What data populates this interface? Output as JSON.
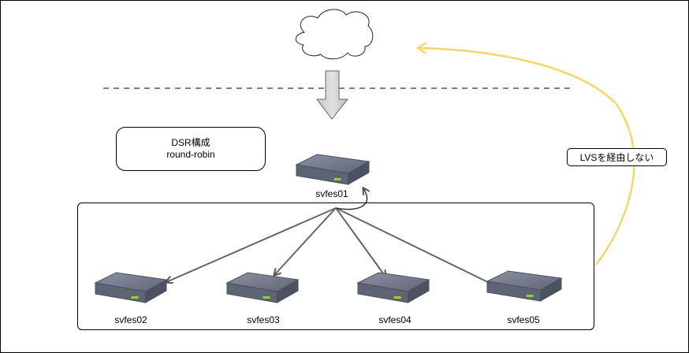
{
  "note_box": {
    "line1": "DSR構成",
    "line2": "round-robin"
  },
  "lvs_note": "LVSを経由しない",
  "servers": [
    {
      "name": "svfes01"
    },
    {
      "name": "svfes02"
    },
    {
      "name": "svfes03"
    },
    {
      "name": "svfes04"
    },
    {
      "name": "svfes05"
    }
  ],
  "colors": {
    "yellow_arrow": "#f5d864",
    "server_body": "#6b7384",
    "line": "#666666"
  }
}
